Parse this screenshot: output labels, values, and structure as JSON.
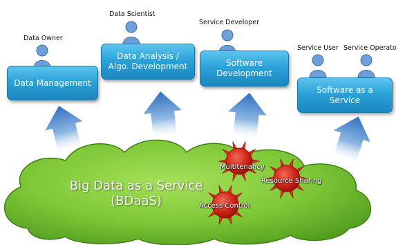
{
  "roles": {
    "data_owner": "Data Owner",
    "data_scientist": "Data Scientist",
    "service_developer": "Service Developer",
    "service_user": "Service User",
    "service_operator": "Service Operator"
  },
  "boxes": {
    "data_management": "Data Management",
    "data_analysis_line1": "Data Analysis /",
    "data_analysis_line2": "Algo. Development",
    "software_dev_line1": "Software",
    "software_dev_line2": "Development",
    "saas_line1": "Software as a",
    "saas_line2": "Service"
  },
  "cloud": {
    "title_line1": "Big Data as a Service",
    "title_line2": "(BDaaS)"
  },
  "features": {
    "multitenancy": "Multitenancy",
    "resource_sharing": "Resource Sharing",
    "access_control": "Access Control"
  },
  "colors": {
    "box": "#2ba3d9",
    "cloud": "#7ec837",
    "arrow": "#4a86c8",
    "starburst": "#d42a20"
  },
  "icons": [
    "person-icon",
    "up-arrow-icon",
    "starburst-icon",
    "cloud-shape"
  ]
}
